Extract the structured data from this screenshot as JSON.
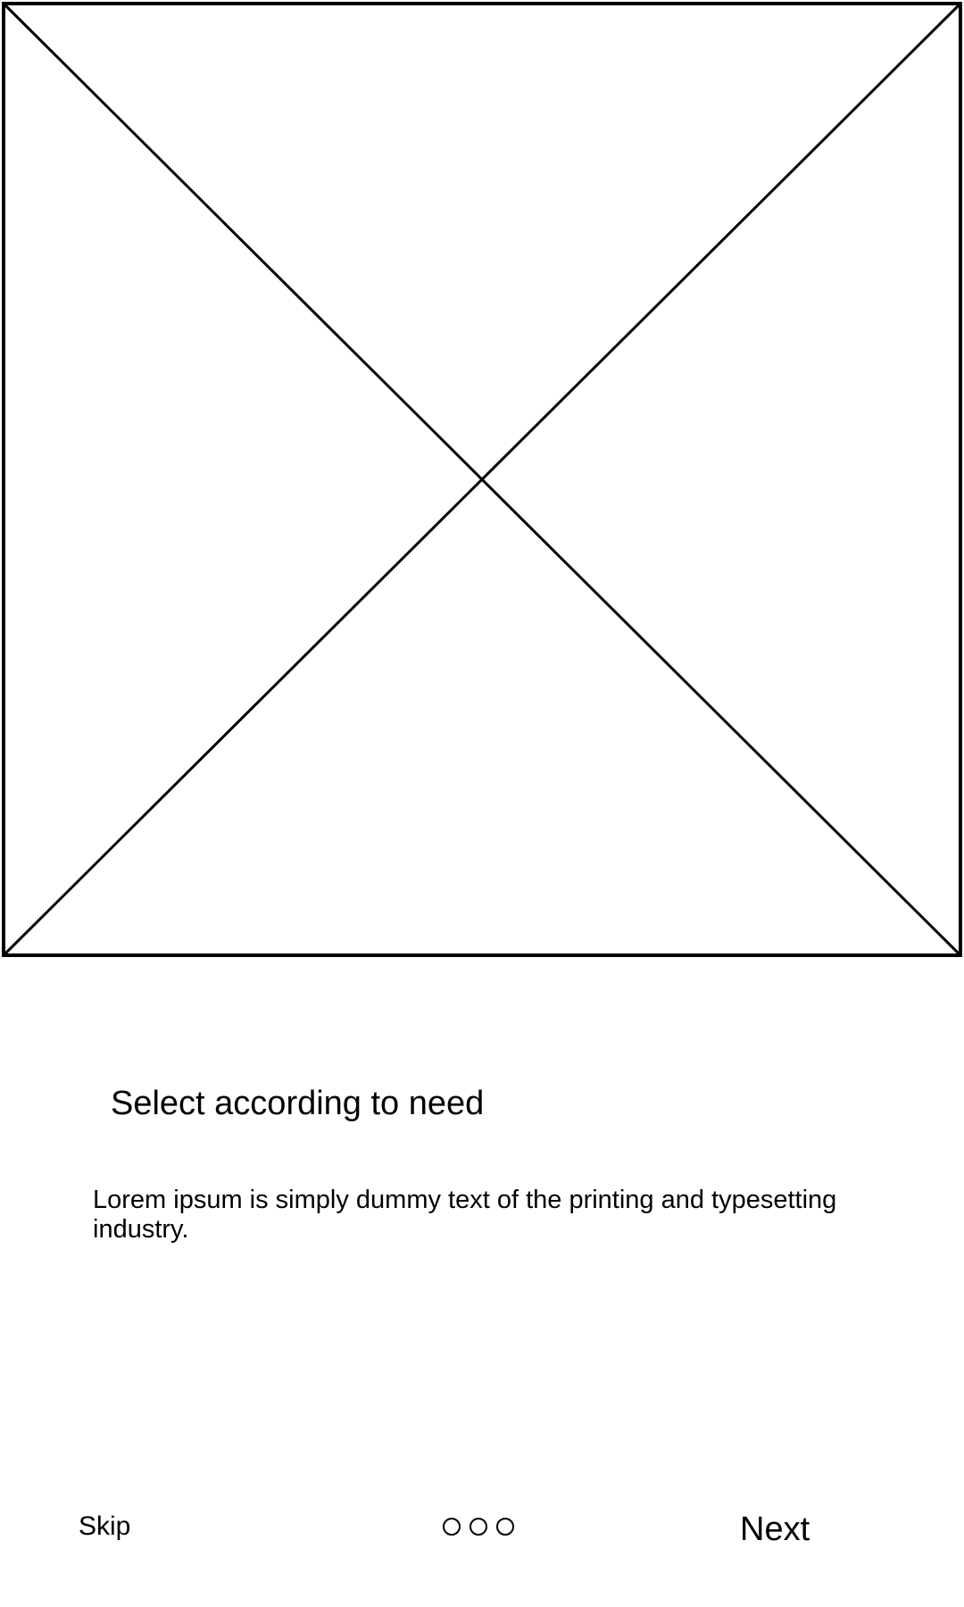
{
  "onboarding": {
    "title": "Select according to need",
    "description": "Lorem ipsum is simply dummy text of the printing and typesetting industry.",
    "skip_label": "Skip",
    "next_label": "Next",
    "page_indicator": {
      "count": 3
    },
    "hero_image": {
      "icon": "image-placeholder-icon"
    }
  }
}
